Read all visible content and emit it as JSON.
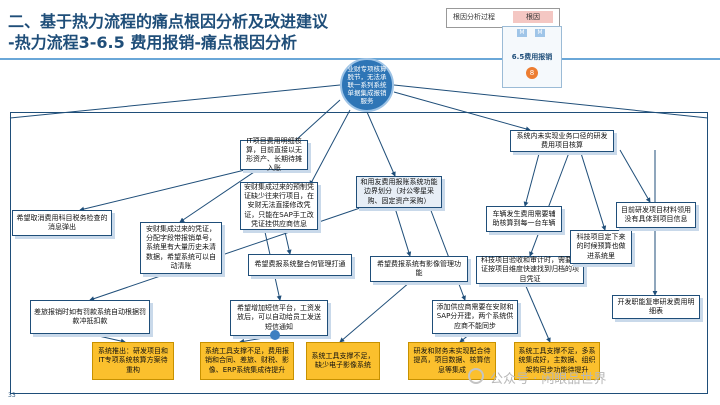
{
  "header": {
    "title_line1": "二、基于热力流程的痛点根因分析及改进建议",
    "title_line2": "-热力流程3-6.5 费用报销-痛点根因分析",
    "legend_left": "根因分析过程",
    "legend_right": "根因"
  },
  "phase": {
    "tag_left": "M",
    "tag_right": "M",
    "title": "6.5费用报销",
    "number": "8"
  },
  "root_problem": "业财专项核算脱节，无法承联一系列系统单据集成报销服务",
  "nodes": {
    "it_fee": "IT项目费用明细核算，目前直接以无形资产、长期待摊入账",
    "no_warn": "希望取消费用科目税务检查的消息弹出",
    "integrate_vendor": "安财集成过来的预制凭证缺少往来行项目，在安财无法直接修改凭证，只能在SAP手工改凭证挂供应商信息",
    "auto_clear": "安财集成过来的凭证，分配字段带报销单号，系统里有大量历史未清数据，希望系统可以自动清账",
    "finance_sys": "和用友费用报账系统功能边界划分（对公零星采购、固定资产采购）",
    "team_fee": "希望费报系统整合何管理打通",
    "image_mgmt": "希望费报系统有影像管理功能",
    "penalty": "差旅报销时如有罚款系统自动根据罚款冲抵扣款",
    "sms": "希望增加短信平台，工资发放后，可以自动给员工发送短信通知",
    "supplier": "添加供应商需要在安财和SAP分开建，两个系统供应商不能同步",
    "project_calc": "系统内未实现业务口径的研发费用项目核算",
    "vehicle": "车辆发生费用需要辅助核算到每一台车辆",
    "tech_check": "科技项目验收和审计时，需要凭证按项目维度快速找到归档的项目凭证",
    "tech_budget": "科技项目定下来的时候预算也做进系统里",
    "rd_info": "目前研发项目材料领用没有具体到项目信息",
    "rd_detail": "开发职能复审研发费用明细表"
  },
  "root_causes": [
    "系统推出：研发项目和IT专项系统核算方案待重构",
    "系统工具支撑不足，费用报销和合同、差旅、财税、影像、ERP系统集成待提升",
    "系统工具支撑不足，缺少电子影像系统",
    "研发和财务未实现配合待提高，项目数据、核算信息等集成",
    "系统工具支撑不足，多系统集成好，主数据、组织架构同步功能待提升"
  ],
  "page_number": "33",
  "watermark": "公众号 · 闲眼品世界"
}
